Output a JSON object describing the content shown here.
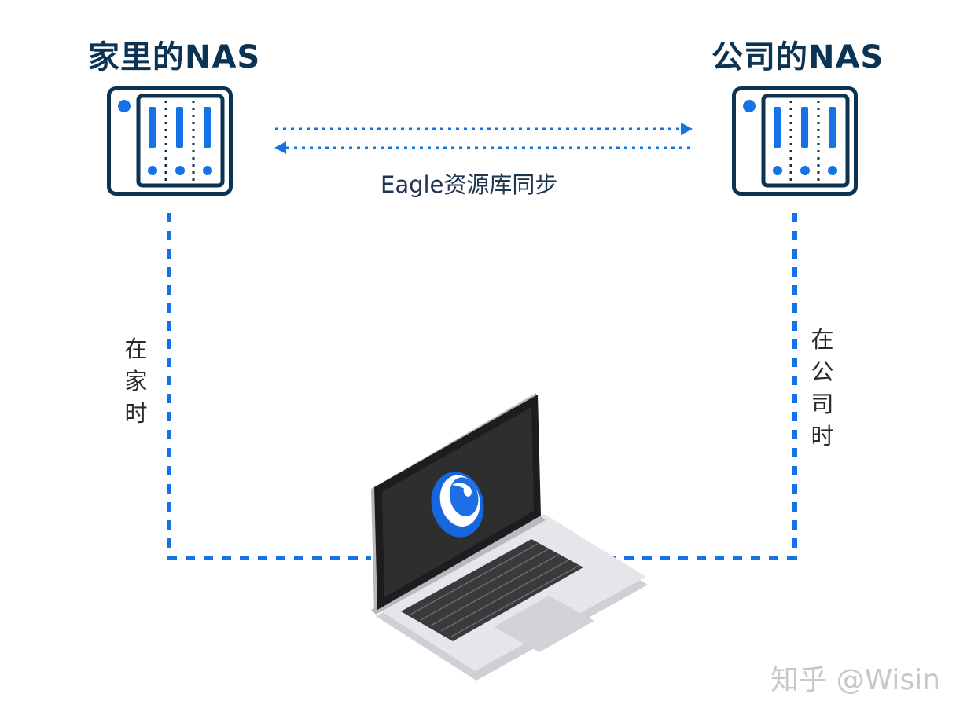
{
  "diagram": {
    "home_nas": {
      "title": "家里的NAS"
    },
    "office_nas": {
      "title": "公司的NAS"
    },
    "sync_label": "Eagle资源库同步",
    "home_path_label": "在\n家\n时",
    "office_path_label": "在\n公\n司\n时",
    "watermark": "知乎 @Wisin"
  },
  "colors": {
    "navy": "#0d3353",
    "blue": "#1673e6",
    "screen": "#2e2e2e",
    "laptop_body": "#e4e4e8",
    "watermark": "#c8c8c8"
  }
}
